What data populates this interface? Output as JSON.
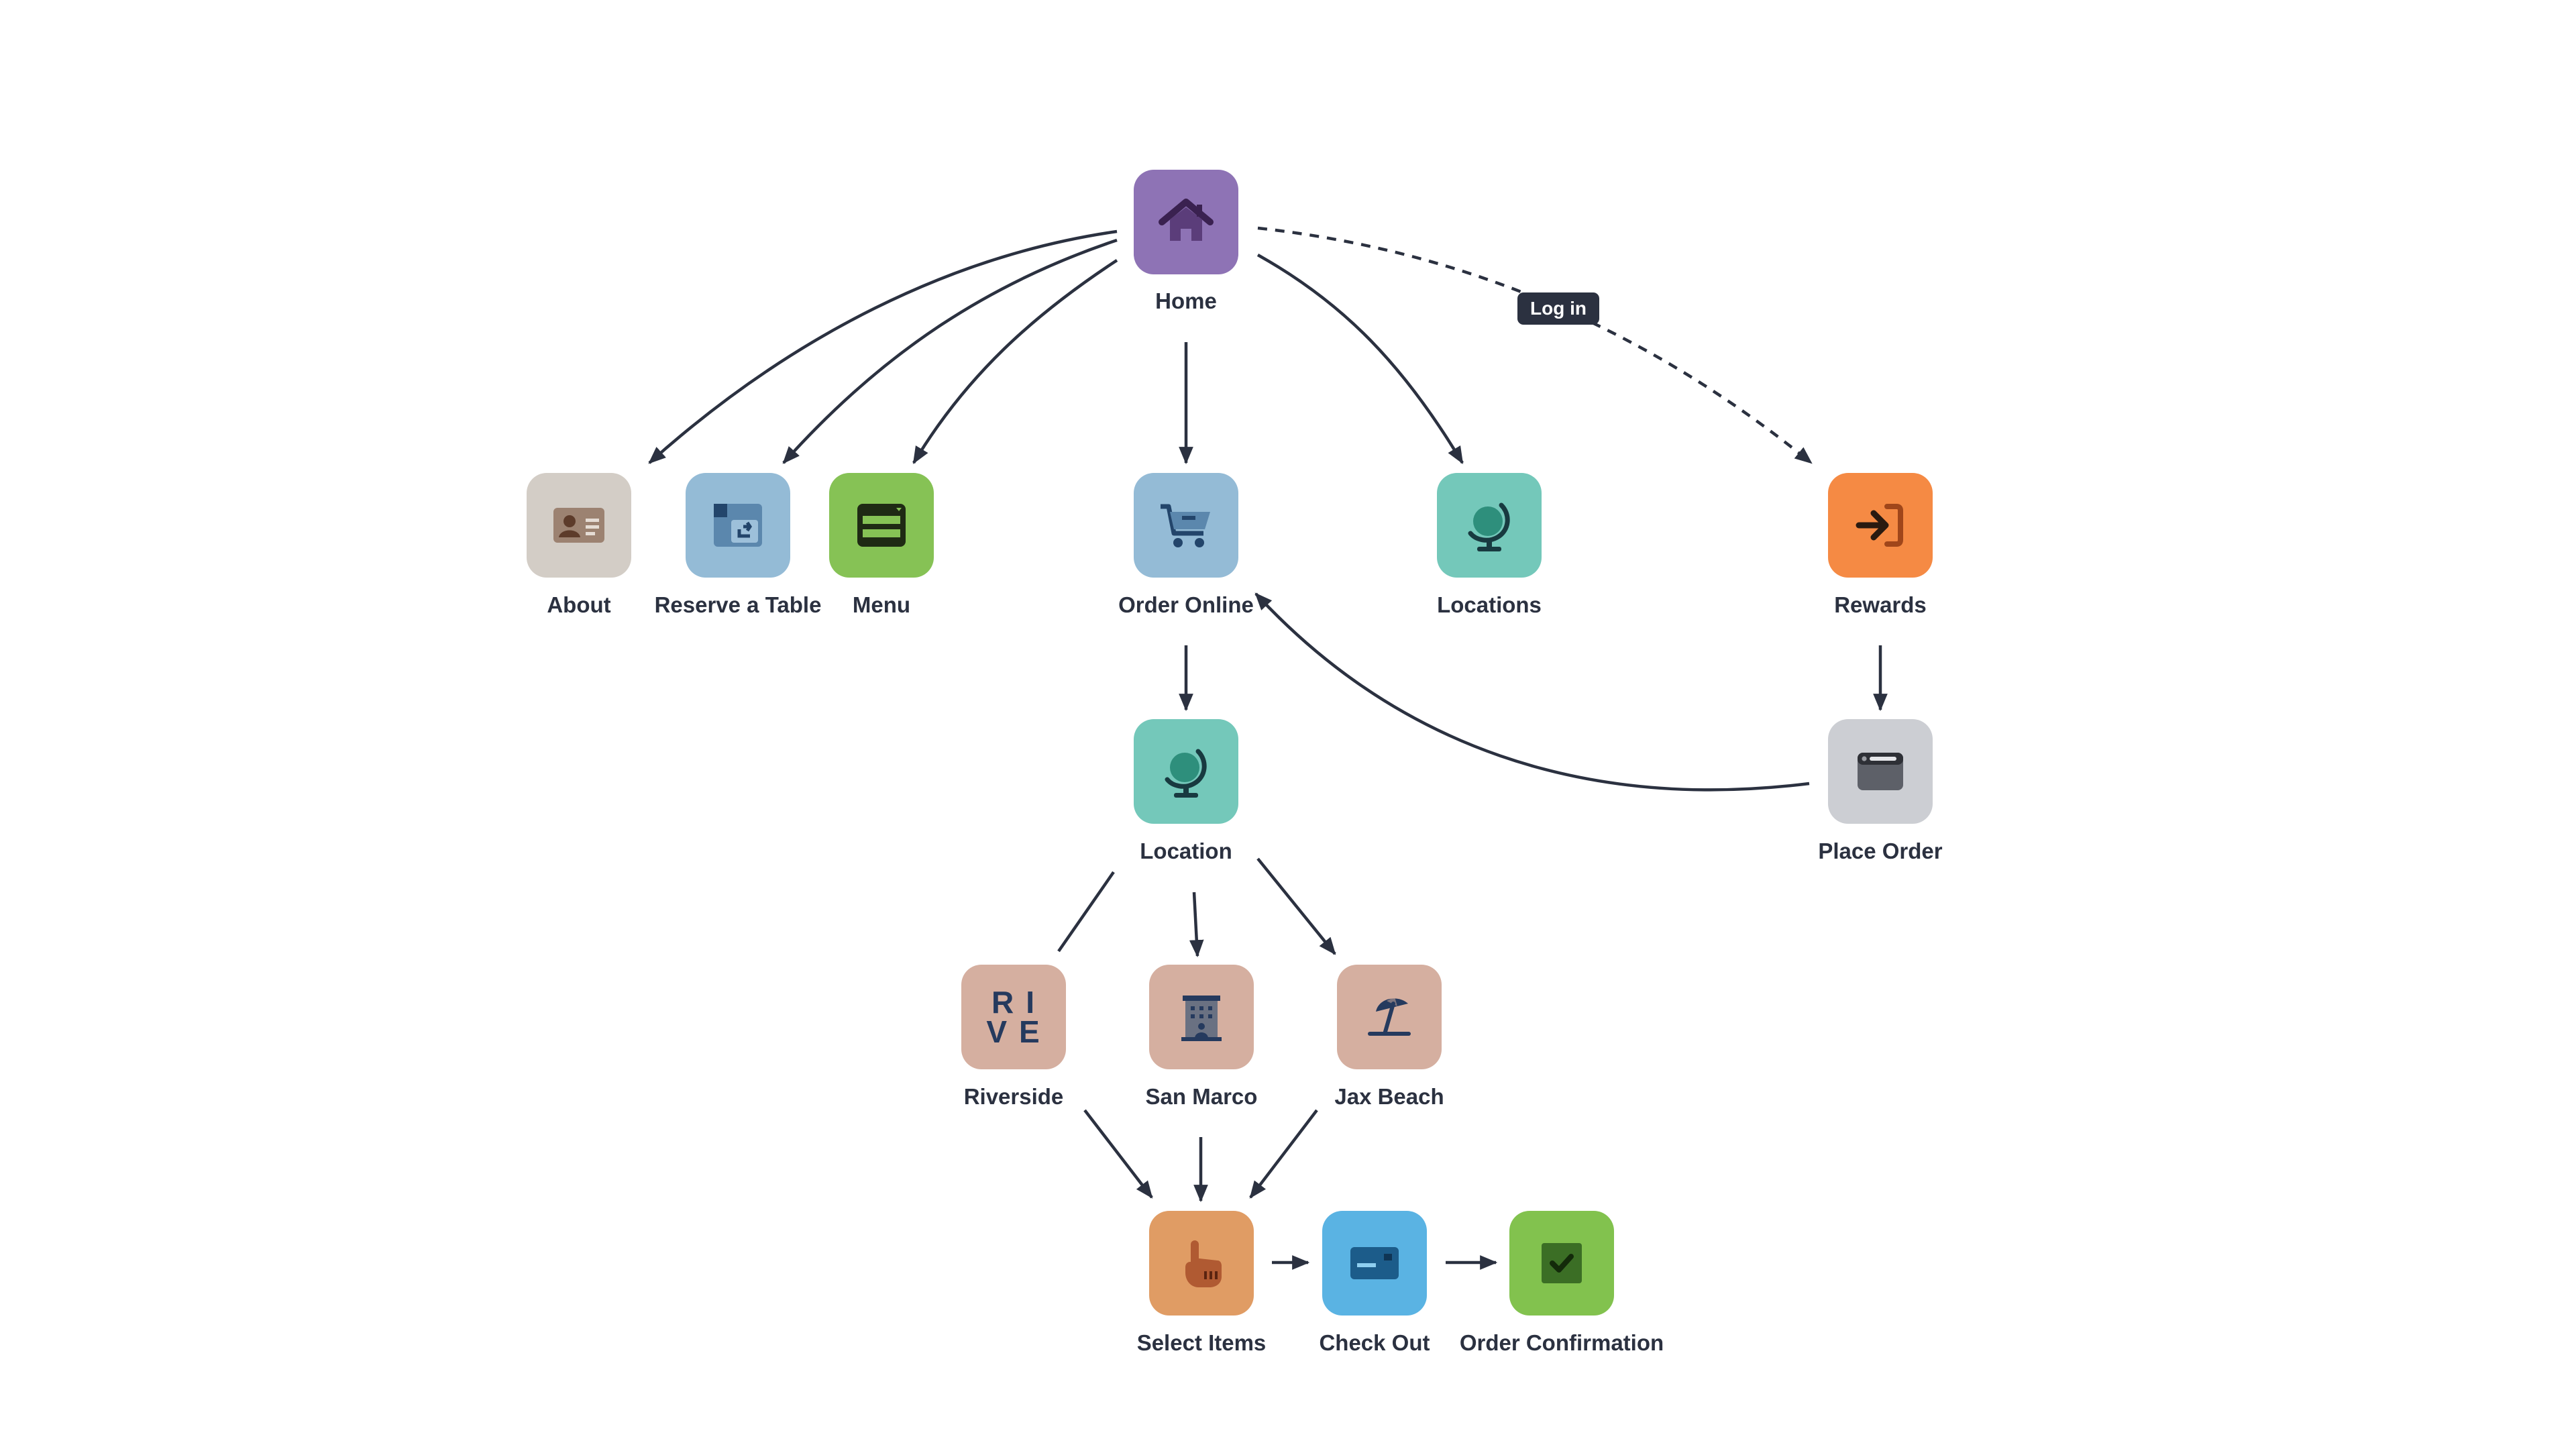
{
  "diagram": {
    "nodes": {
      "home": {
        "label": "Home",
        "color": "#8e73b5",
        "icon": "house-icon"
      },
      "about": {
        "label": "About",
        "color": "#d3cdc6",
        "icon": "id-card-icon"
      },
      "reserve": {
        "label": "Reserve a Table",
        "color": "#94bbd6",
        "icon": "calendar-swap-icon"
      },
      "menu": {
        "label": "Menu",
        "color": "#86c255",
        "icon": "menu-screen-icon"
      },
      "order_online": {
        "label": "Order Online",
        "color": "#94bbd6",
        "icon": "shopping-cart-icon"
      },
      "locations": {
        "label": "Locations",
        "color": "#74c8ba",
        "icon": "globe-icon"
      },
      "rewards": {
        "label": "Rewards",
        "color": "#f58a44",
        "icon": "sign-in-icon"
      },
      "location": {
        "label": "Location",
        "color": "#74c8ba",
        "icon": "globe-icon"
      },
      "place_order": {
        "label": "Place Order",
        "color": "#ccced3",
        "icon": "browser-window-icon"
      },
      "riverside": {
        "label": "Riverside",
        "color": "#d5afa0",
        "icon": "rive-letters-icon",
        "icon_text": "R I V E"
      },
      "san_marco": {
        "label": "San Marco",
        "color": "#d5afa0",
        "icon": "building-icon"
      },
      "jax_beach": {
        "label": "Jax Beach",
        "color": "#d5afa0",
        "icon": "beach-umbrella-icon"
      },
      "select_items": {
        "label": "Select Items",
        "color": "#e09c64",
        "icon": "pointing-hand-icon"
      },
      "check_out": {
        "label": "Check Out",
        "color": "#5ab3e3",
        "icon": "credit-card-icon"
      },
      "order_confirmation": {
        "label": "Order Confirmation",
        "color": "#82c24e",
        "icon": "checkbox-icon"
      }
    },
    "edges": [
      {
        "from": "home",
        "to": "about",
        "style": "solid"
      },
      {
        "from": "home",
        "to": "reserve",
        "style": "solid"
      },
      {
        "from": "home",
        "to": "menu",
        "style": "solid"
      },
      {
        "from": "home",
        "to": "order_online",
        "style": "solid"
      },
      {
        "from": "home",
        "to": "locations",
        "style": "solid"
      },
      {
        "from": "home",
        "to": "rewards",
        "style": "dashed",
        "label": "Log in"
      },
      {
        "from": "order_online",
        "to": "location",
        "style": "solid"
      },
      {
        "from": "rewards",
        "to": "place_order",
        "style": "solid"
      },
      {
        "from": "place_order",
        "to": "order_online",
        "style": "solid"
      },
      {
        "from": "location",
        "to": "riverside",
        "style": "solid"
      },
      {
        "from": "location",
        "to": "san_marco",
        "style": "solid"
      },
      {
        "from": "location",
        "to": "jax_beach",
        "style": "solid"
      },
      {
        "from": "riverside",
        "to": "select_items",
        "style": "solid"
      },
      {
        "from": "san_marco",
        "to": "select_items",
        "style": "solid"
      },
      {
        "from": "jax_beach",
        "to": "select_items",
        "style": "solid"
      },
      {
        "from": "select_items",
        "to": "check_out",
        "style": "solid"
      },
      {
        "from": "check_out",
        "to": "order_confirmation",
        "style": "solid"
      }
    ],
    "edge_color": "#2b3140"
  }
}
